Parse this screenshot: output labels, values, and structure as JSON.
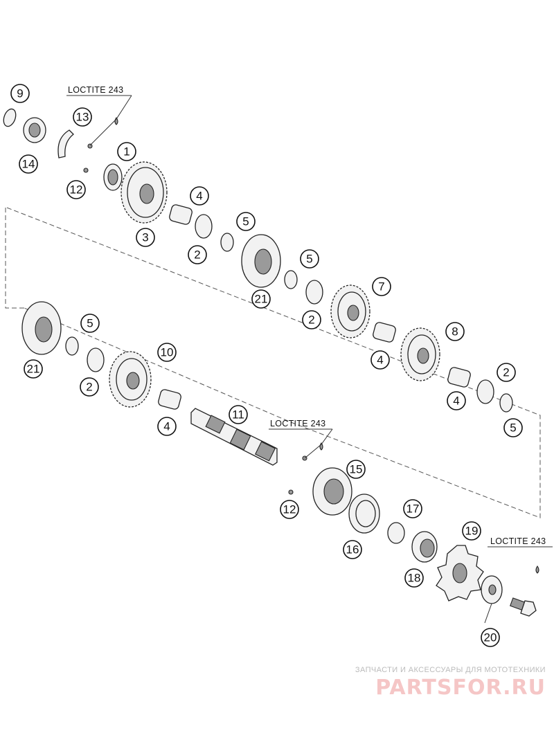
{
  "diagram": {
    "callouts": [
      "1",
      "2",
      "3",
      "4",
      "5",
      "7",
      "8",
      "9",
      "10",
      "11",
      "12",
      "13",
      "14",
      "15",
      "16",
      "17",
      "18",
      "19",
      "20",
      "21"
    ],
    "loctite_label": "LOCTITE 243"
  },
  "watermark": {
    "caption": "ЗАПЧАСТИ И АКСЕССУАРЫ ДЛЯ МОТОТЕХНИКИ",
    "logo": "PARTSFOR.RU",
    "color": "#f5c6c6"
  }
}
